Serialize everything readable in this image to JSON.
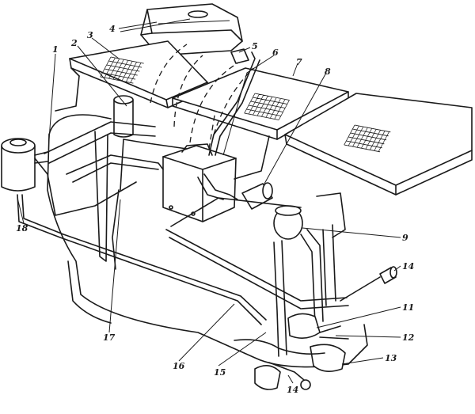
{
  "callouts": [
    {
      "id": "1",
      "text": "1"
    },
    {
      "id": "2",
      "text": "2"
    },
    {
      "id": "3",
      "text": "3"
    },
    {
      "id": "4",
      "text": "4"
    },
    {
      "id": "5",
      "text": "5"
    },
    {
      "id": "6",
      "text": "6"
    },
    {
      "id": "7",
      "text": "7"
    },
    {
      "id": "8",
      "text": "8"
    },
    {
      "id": "9",
      "text": "9"
    },
    {
      "id": "11",
      "text": "11"
    },
    {
      "id": "12",
      "text": "12"
    },
    {
      "id": "13",
      "text": "13"
    },
    {
      "id": "14a",
      "text": "14"
    },
    {
      "id": "14b",
      "text": "14"
    },
    {
      "id": "15",
      "text": "15"
    },
    {
      "id": "16",
      "text": "16"
    },
    {
      "id": "17",
      "text": "17"
    },
    {
      "id": "18",
      "text": "18"
    }
  ]
}
